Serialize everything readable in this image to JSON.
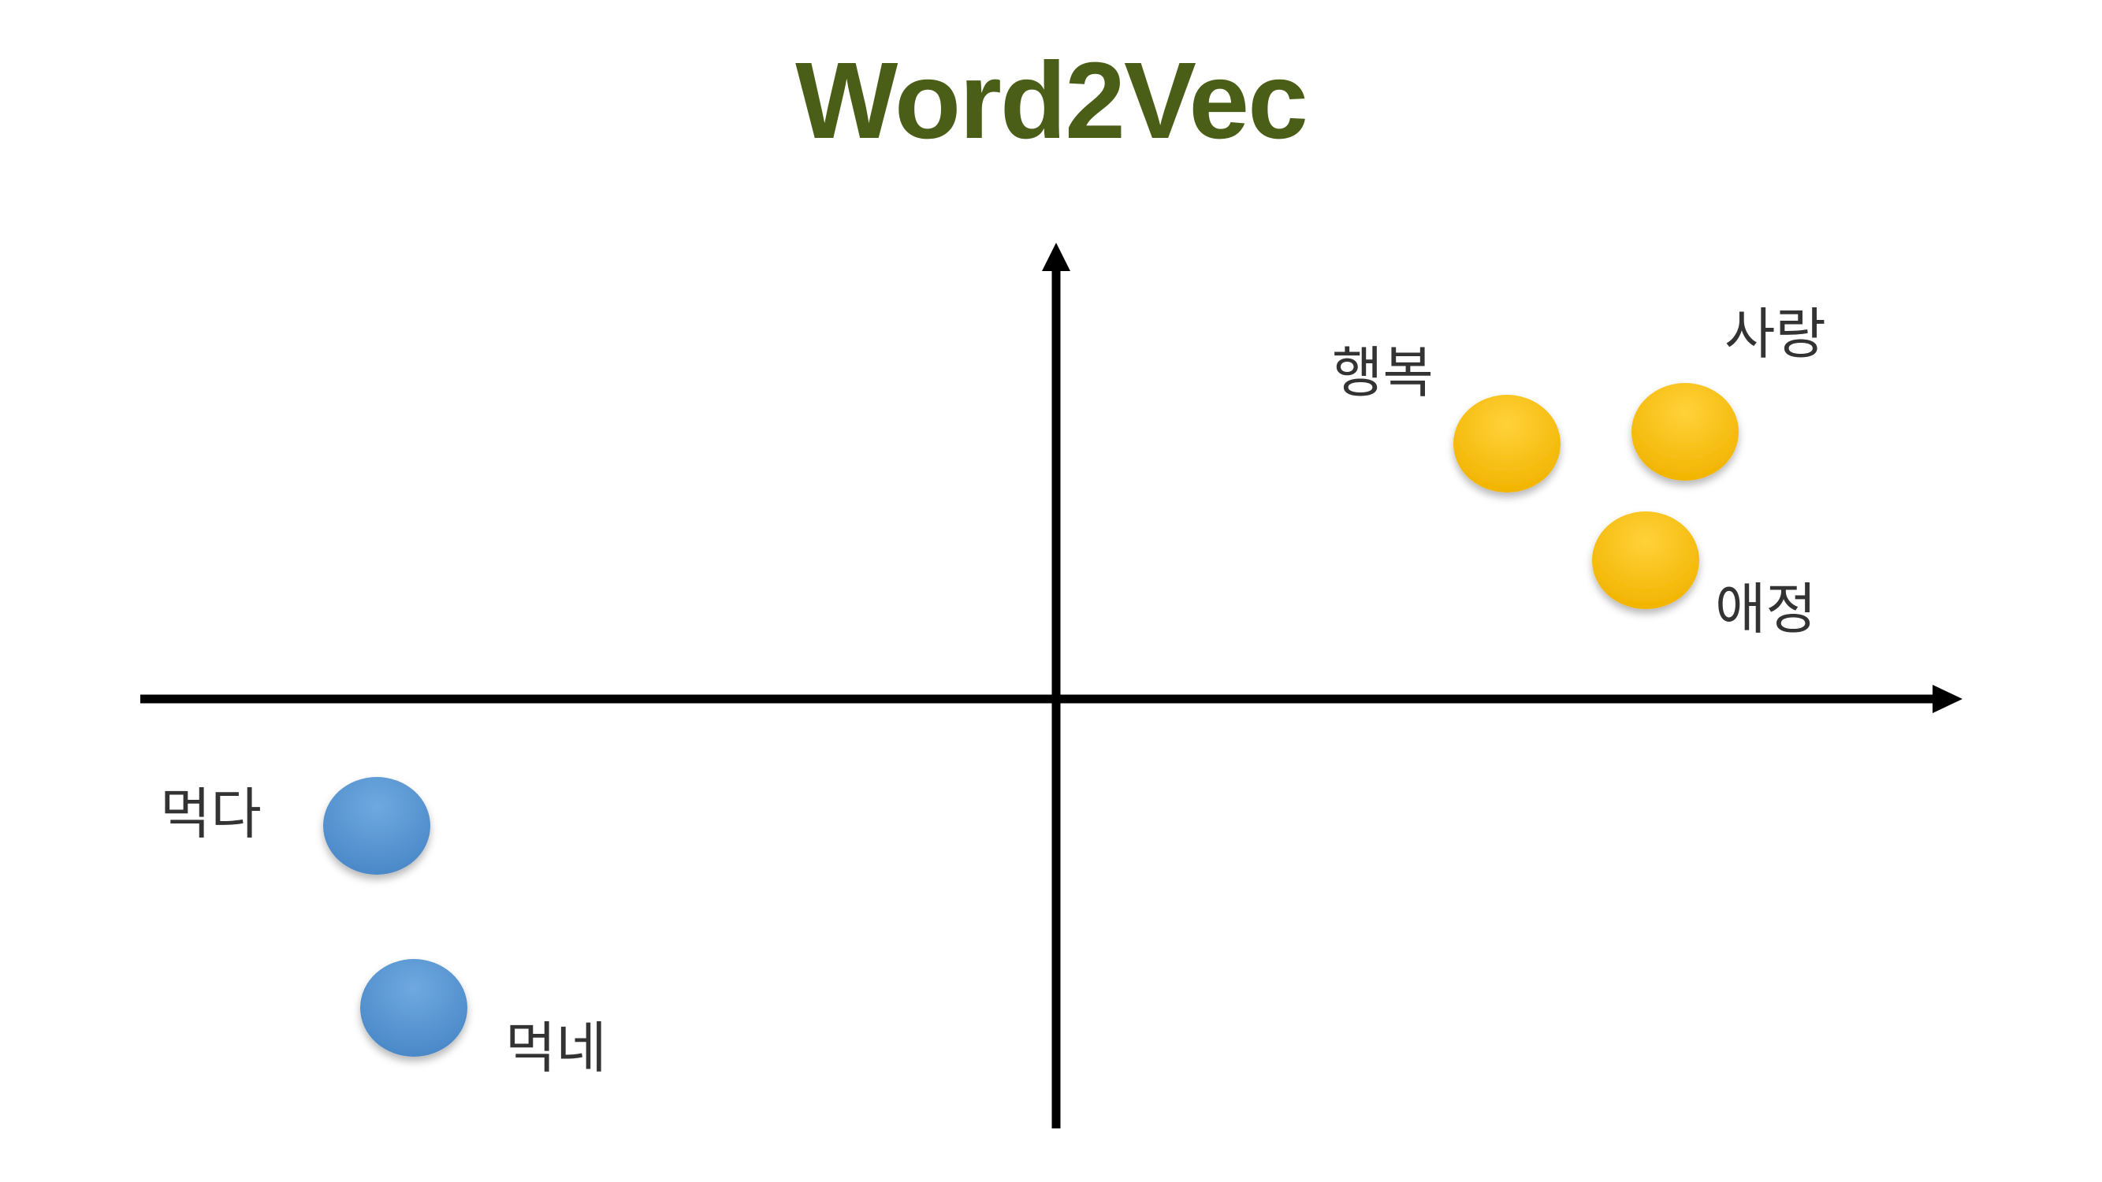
{
  "title": "Word2Vec",
  "colors": {
    "title": "#4a5e17",
    "axis": "#000000",
    "positive_cluster": "#ffc000",
    "negative_cluster": "#5b9bd5"
  },
  "words": [
    {
      "id": "haengbok",
      "label": "행복",
      "cluster": "positive"
    },
    {
      "id": "sarang",
      "label": "사랑",
      "cluster": "positive"
    },
    {
      "id": "aejeong",
      "label": "애정",
      "cluster": "positive"
    },
    {
      "id": "meokda",
      "label": "먹다",
      "cluster": "negative"
    },
    {
      "id": "meokne",
      "label": "먹네",
      "cluster": "negative"
    }
  ]
}
